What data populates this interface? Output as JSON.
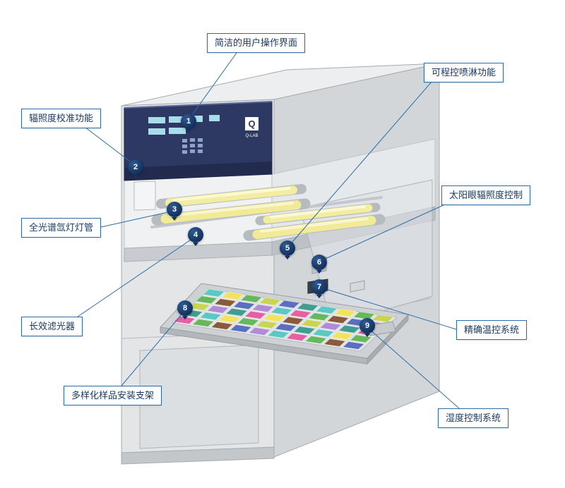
{
  "callouts": [
    {
      "num": "1",
      "label": "简洁的用户操作界面"
    },
    {
      "num": "2",
      "label": "辐照度校准功能"
    },
    {
      "num": "3",
      "label": "全光谱氙灯灯管"
    },
    {
      "num": "4",
      "label": "长效滤光器"
    },
    {
      "num": "5",
      "label": "可程控喷淋功能"
    },
    {
      "num": "6",
      "label": "太阳眼辐照度控制"
    },
    {
      "num": "7",
      "label": "精确温控系统"
    },
    {
      "num": "8",
      "label": "多样化样品安装支架"
    },
    {
      "num": "9",
      "label": "湿度控制系统"
    }
  ],
  "machine": {
    "logo_mark": "Q",
    "logo_text": "Q-LAB"
  },
  "colors": {
    "callout_blue": "#2e6da4",
    "badge_navy": "#13315e",
    "panel_navy": "#2d3963",
    "lamp_yellow": "#f3eda0"
  },
  "sample_palette": [
    "#5bc8c4",
    "#e8a33d",
    "#e65fa2",
    "#8e6bc0",
    "#f2e35c",
    "#4f86d8",
    "#67b85c",
    "#d95454",
    "#8a5a3b",
    "#49b9d6",
    "#c9d452",
    "#e88bb5",
    "#5a6fc0",
    "#9fd1a4",
    "#b08bd6",
    "#e6c84f",
    "#3f9e91",
    "#d97b2f"
  ]
}
